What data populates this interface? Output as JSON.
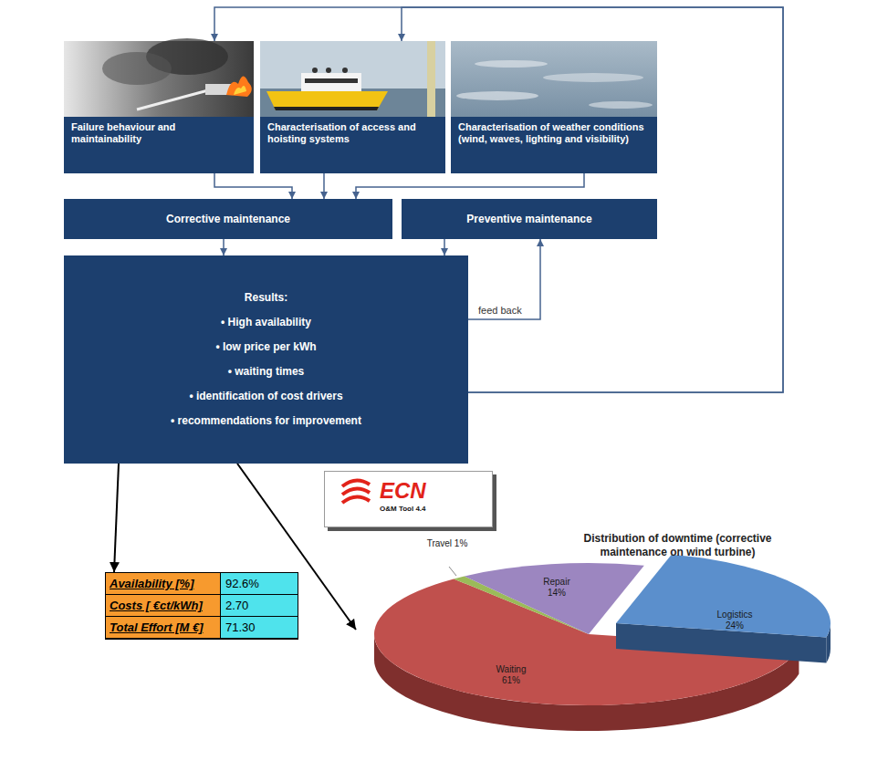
{
  "diagram": {
    "nodes": [
      {
        "text": [
          "Failure behaviour and maintainability"
        ]
      },
      {
        "text": [
          "Characterisation of access and hoisting systems"
        ]
      },
      {
        "text": [
          "Characterisation of weather conditions (wind, waves, lighting and visibility)"
        ]
      },
      {
        "text": [
          "Corrective maintenance"
        ]
      },
      {
        "text": [
          "Preventive maintenance"
        ]
      },
      {
        "text": [
          "Results:",
          "• High availability",
          "• low price per kWh",
          "• waiting times",
          "• identification of cost drivers",
          "• recommendations for improvement"
        ]
      },
      {
        "text": [
          "ECN",
          "O&M Tool 4.4"
        ]
      },
      {
        "text": [
          "Availability [%]",
          "92.6%",
          "Costs [ €ct/kWh]",
          "2.70",
          "Total Effort [M €]",
          "71.30"
        ]
      },
      {
        "text": [
          "Distribution of downtime (corrective maintenance on wind turbine)",
          "Travel 1%",
          "Repair 14%",
          "Logistics 24%",
          "Waiting 61%"
        ]
      }
    ],
    "edges": [
      {
        "from": 0,
        "to": 3,
        "arrow": "to"
      },
      {
        "from": 1,
        "to": 3,
        "arrow": "to"
      },
      {
        "from": 2,
        "to": 3,
        "arrow": "to"
      },
      {
        "from": 3,
        "to": 5,
        "arrow": "to"
      },
      {
        "from": 4,
        "to": 5,
        "arrow": "to"
      },
      {
        "from": 5,
        "to": 4,
        "label": "feed back",
        "arrow": "to"
      },
      {
        "from": 5,
        "to": 0,
        "arrow": "to"
      },
      {
        "from": 5,
        "to": 1,
        "arrow": "to"
      },
      {
        "from": 5,
        "to": 7,
        "arrow": "to"
      },
      {
        "from": 5,
        "to": 8,
        "arrow": "to"
      }
    ]
  }
}
